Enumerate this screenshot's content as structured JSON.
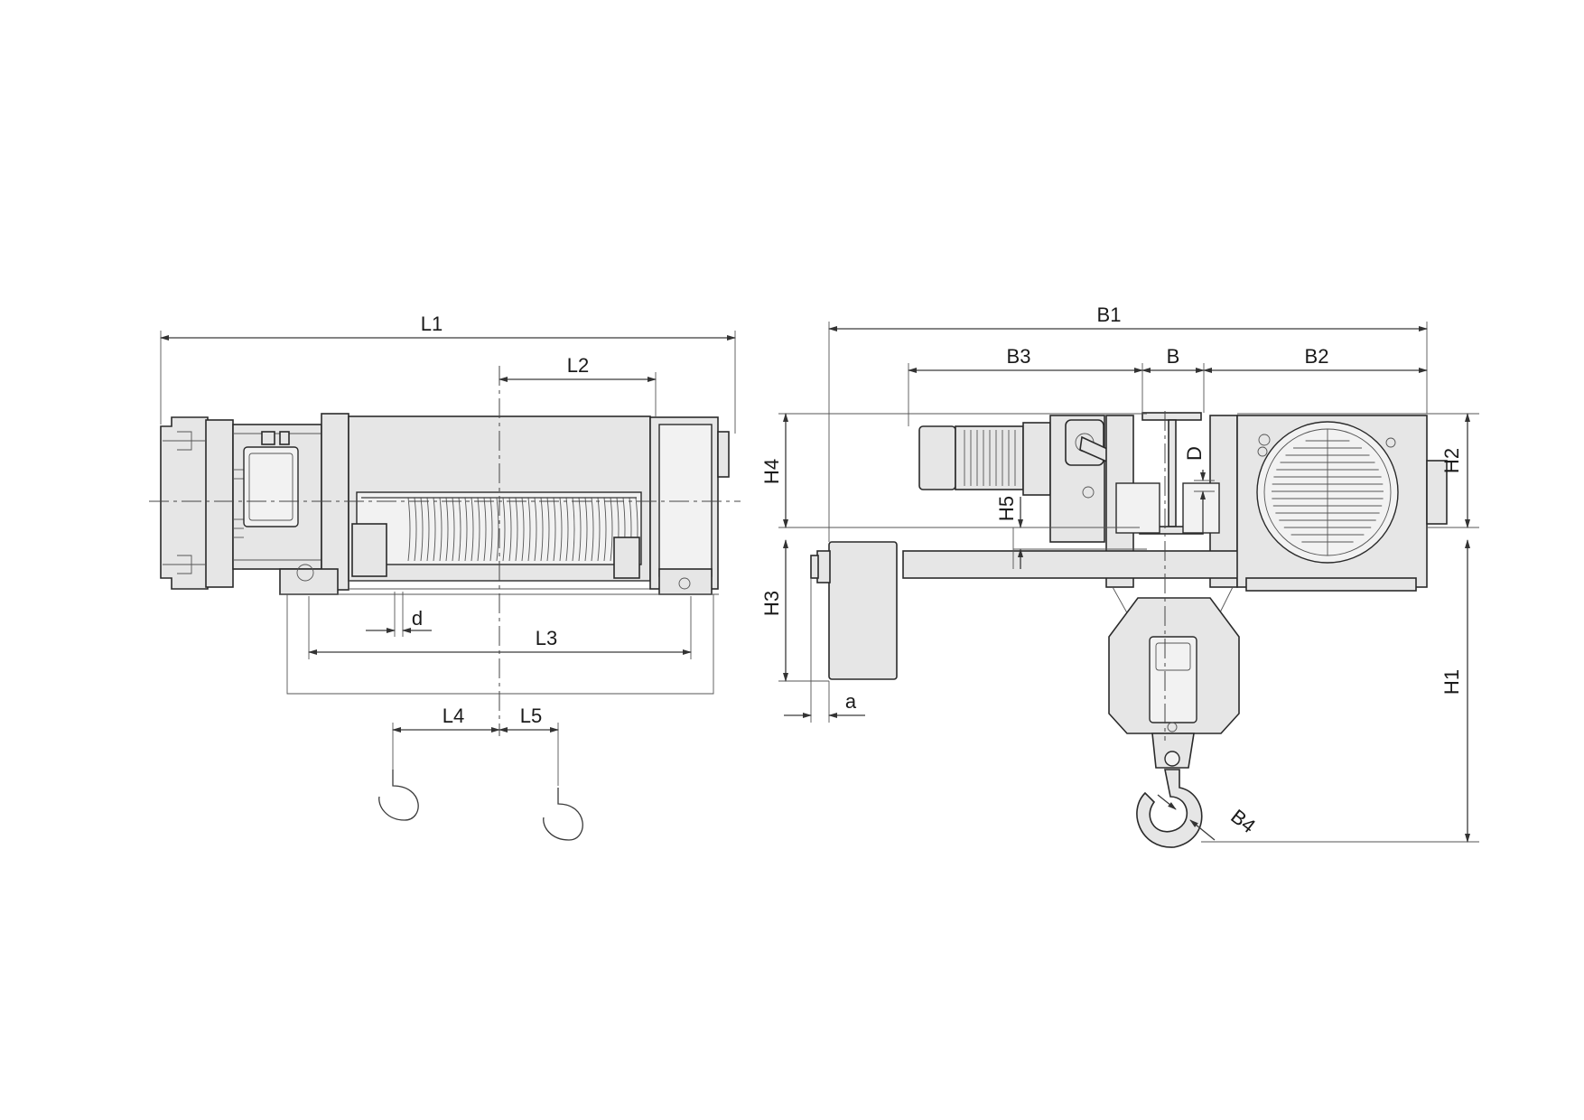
{
  "labels": {
    "L1": "L1",
    "L2": "L2",
    "L3": "L3",
    "L4": "L4",
    "L5": "L5",
    "d": "d",
    "B1": "B1",
    "B2": "B2",
    "B3": "B3",
    "B": "B",
    "B4": "B4",
    "H1": "H1",
    "H2": "H2",
    "H3": "H3",
    "H4": "H4",
    "H5": "H5",
    "D": "D",
    "a": "a"
  },
  "colors": {
    "body_fill": "#e6e6e6",
    "line": "#2a2a2a",
    "background": "#ffffff"
  }
}
